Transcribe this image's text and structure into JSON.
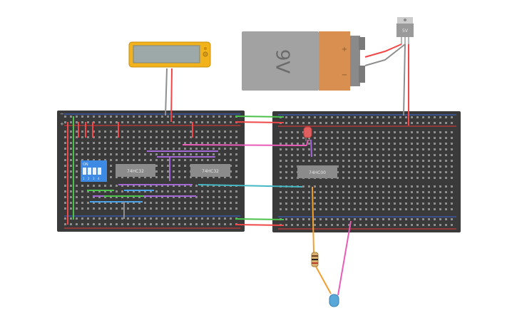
{
  "battery": {
    "label": "9V",
    "plus_sign": "+",
    "minus_sign": "−"
  },
  "regulator": {
    "label": "5V"
  },
  "chips": [
    {
      "id": "chip-left-1",
      "label": "74HC32"
    },
    {
      "id": "chip-left-2",
      "label": "74HC32"
    },
    {
      "id": "chip-right",
      "label": "74HC00"
    }
  ],
  "dip_switch": {
    "label": "ON",
    "positions": [
      "1",
      "2",
      "3",
      "4"
    ]
  },
  "rail_signs": {
    "plus": "+",
    "minus": "−"
  },
  "colors": {
    "board": "#3a3a3a",
    "hole": "#8d8d8d",
    "rail_red": "#e53a3a",
    "rail_blue": "#3a66d8",
    "wire_green": "#4cc24c",
    "wire_red": "#f04848",
    "wire_pink": "#e85cb8",
    "wire_purple": "#a368d6",
    "wire_cyan": "#44b8c4",
    "wire_blue": "#4aa2e8",
    "wire_grey": "#8e8e8e",
    "wire_orange": "#f0a030",
    "battery_body": "#a2a2a2",
    "battery_cap": "#d88f50",
    "lcd_frame": "#f2b21c",
    "lcd_screen": "#9ca9a8",
    "dip_body": "#3d8ae4",
    "chip_body": "#8b8b8b",
    "led_red": "#e06060",
    "led_blue": "#5aa8d8"
  }
}
